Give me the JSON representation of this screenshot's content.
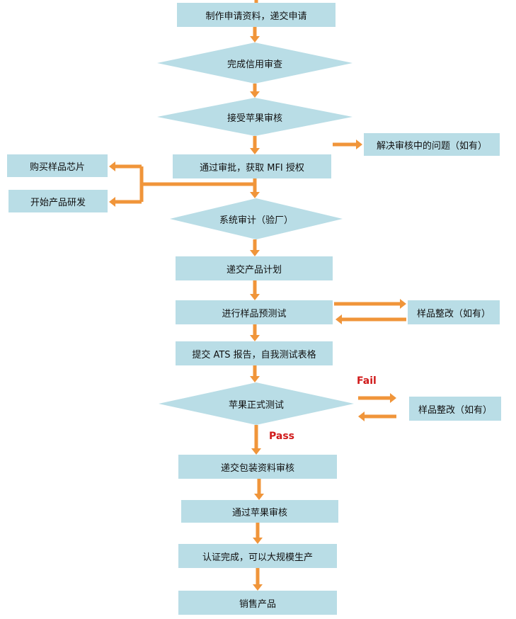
{
  "steps": {
    "s1": "制作申请资料，递交申请",
    "s2": "完成信用审查",
    "s3": "接受苹果审核",
    "s4": "通过审批，获取 MFI 授权",
    "s5": "系统审计（验厂）",
    "s6": "递交产品计划",
    "s7": "进行样品预测试",
    "s8": "提交 ATS 报告，自我测试表格",
    "s9": "苹果正式测试",
    "s10": "递交包装资料审核",
    "s11": "通过苹果审核",
    "s12": "认证完成，可以大规模生产",
    "s13": "销售产品"
  },
  "side": {
    "resolve": "解决审核中的问题（如有）",
    "buy_samples": "购买样品芯片",
    "start_dev": "开始产品研发",
    "rectify1": "样品整改（如有）",
    "rectify2": "样品整改（如有）"
  },
  "labels": {
    "fail": "Fail",
    "pass": "Pass"
  },
  "colors": {
    "box_fill": "#b9dde6",
    "arrow": "#f0953a",
    "fail_pass_text": "#d01a1a"
  }
}
